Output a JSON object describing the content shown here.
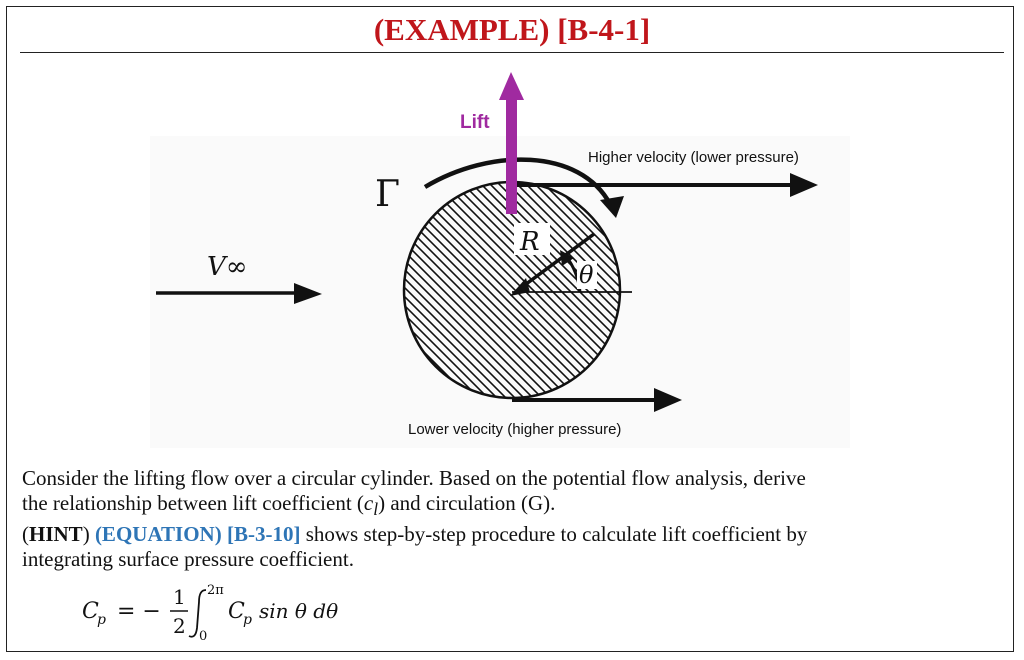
{
  "header": {
    "title": "(EXAMPLE) [B-4-1]"
  },
  "diagram": {
    "lift_label": "Lift",
    "gamma_symbol": "Γ",
    "freestream_symbol": "V∞",
    "radius_symbol": "R",
    "angle_symbol": "θ",
    "upper_flow_label": "Higher velocity (lower pressure)",
    "lower_flow_label": "Lower velocity (higher pressure)",
    "colors": {
      "lift_arrow": "#a02aa0",
      "title": "#c0161b",
      "equation_ref": "#2e75b6"
    }
  },
  "problem": {
    "line1": "Consider the lifting flow over a circular cylinder.  Based on the potential flow analysis, derive",
    "line2_pre": "the relationship between lift coefficient (",
    "cl_symbol": "c",
    "cl_subscript": "l",
    "line2_post": ") and circulation (G).",
    "hint_open": "(",
    "hint_word": "HINT",
    "hint_close": ")",
    "equation_ref": "(EQUATION) [B-3-10]",
    "hint_rest": " shows step-by-step procedure to calculate lift coefficient by",
    "line4": "integrating surface pressure coefficient."
  },
  "formula": {
    "lhs": "C",
    "lhs_sub": "p",
    "equals": "= −",
    "frac_num": "1",
    "frac_den": "2",
    "upper_limit": "2π",
    "lower_limit": "0",
    "integrand": "C",
    "integrand_sub": "p",
    "rest": "sin θ dθ"
  }
}
